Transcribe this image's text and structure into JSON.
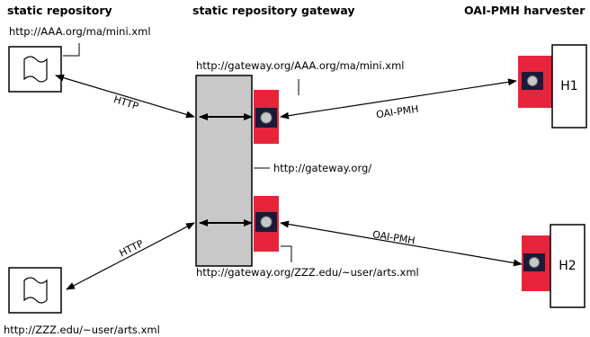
{
  "headers": {
    "static_repository": "static repository",
    "gateway": "static repository gateway",
    "harvester": "OAI-PMH harvester"
  },
  "urls": {
    "repo_aaa": "http://AAA.org/ma/mini.xml",
    "gateway_aaa": "http://gateway.org/AAA.org/ma/mini.xml",
    "gateway_root": "http://gateway.org/",
    "gateway_zzz": "http://gateway.org/ZZZ.edu/~user/arts.xml",
    "repo_zzz": "http://ZZZ.edu/~user/arts.xml"
  },
  "edges": {
    "http_top": "HTTP",
    "http_bottom": "HTTP",
    "oai_top": "OAI-PMH",
    "oai_bottom": "OAI-PMH"
  },
  "harvesters": {
    "h1": "H1",
    "h2": "H2"
  },
  "colors": {
    "gateway_fill": "#c8c8c8",
    "module_red": "#e8243c",
    "icon_dark": "#1a1a3a"
  },
  "icons": {
    "repository_document": "document-icon",
    "protocol_module": "gear-icon"
  }
}
